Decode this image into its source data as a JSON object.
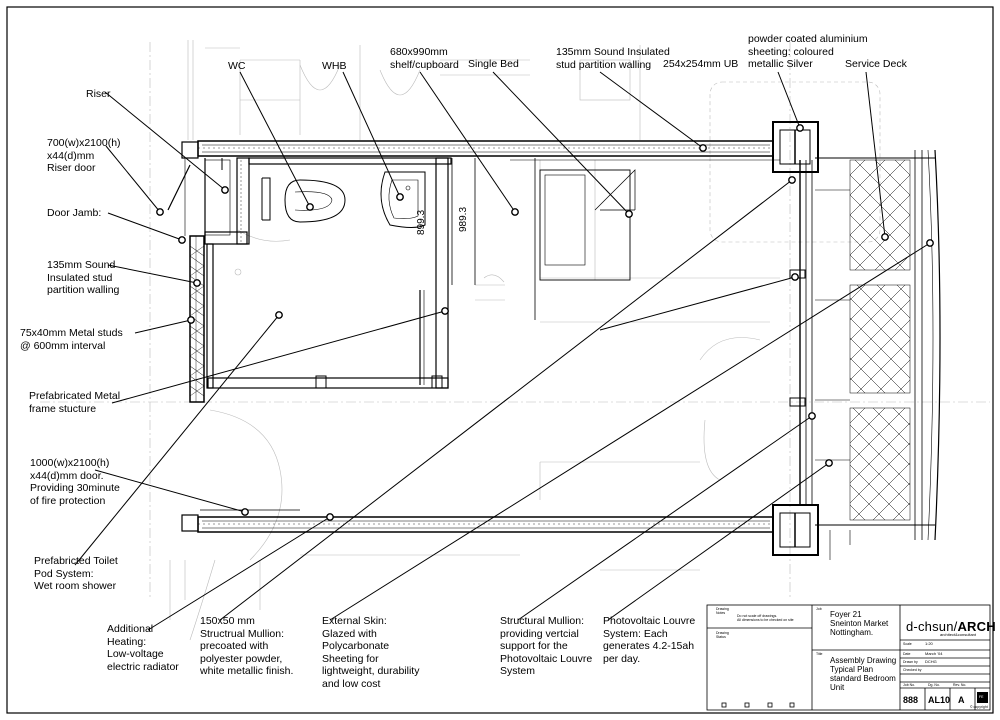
{
  "labels": {
    "riser": "Riser",
    "wc": "WC",
    "whb": "WHB",
    "shelf": "680x990mm\nshelf/cupboard",
    "single_bed": "Single Bed",
    "partition_top": "135mm Sound Insulated\nstud partition walling",
    "ub": "254x254mm UB",
    "sheeting": "powder coated aluminium\nsheeting: coloured\nmetallic Silver",
    "service_deck": "Service Deck",
    "riser_door": "700(w)x2100(h)\nx44(d)mm\nRiser door",
    "door_jamb": "Door Jamb:",
    "partition_left": "135mm Sound\nInsulated stud\npartition walling",
    "metal_studs": "75x40mm Metal studs\n@ 600mm interval",
    "metal_frame": "Prefabricated Metal\nframe stucture",
    "door_1000": "1000(w)x2100(h)\nx44(d)mm door.\nProviding 30minute\nof  fire protection",
    "toilet_pod": "Prefabricted Toilet\nPod System:\nWet room shower",
    "heating": "Additional\nHeating:\nLow-voltage\nelectric radiator",
    "mullion_150": "150x50 mm\nStructrual Mullion:\nprecoated with\npolyester powder,\nwhite metallic finish.",
    "external_skin": "External Skin:\nGlazed with\nPolycarbonate\nSheeting for\nlightweight, durability\nand low cost",
    "structural_mullion": "Structural Mullion:\nproviding vertcial\nsupport for the\nPhotovoltaic Louvre\nSystem",
    "pv_louvre": "Photovoltaic Louvre\nSystem: Each\ngenerates 4.2-15ah\nper day."
  },
  "dimensions": {
    "d1": "899.3",
    "d2": "989.3"
  },
  "title_block": {
    "drawing_notes_label": "Drawing\nNotes",
    "drawing_notes_text": "Do not scale off drawings.\nAll dimensions to be checked on site",
    "drawing_status_label": "Drawing\nStatus",
    "job_label": "Job",
    "job_name": "Foyer 21\nSneinton Market\nNottingham.",
    "title_label": "Title",
    "title_text": "Assembly Drawing\nTypical Plan\nstandard Bedroom\nUnit",
    "logo_left": "d-chsun/",
    "logo_right": "ARCH",
    "logo_sub": "architect&consultant",
    "scale_label": "Scale",
    "scale_value": "1:20",
    "date_label": "Date",
    "date_value": "March '04",
    "drawn_label": "Drawn by",
    "drawn_value": "DCHG",
    "checked_label": "Checked by",
    "job_no_label": "Job No.",
    "job_no_value": "888",
    "dg_no_label": "Dg. No.",
    "dg_no_value": "AL10",
    "rev_no_label": "Rev. No.",
    "rev_no_value": "A",
    "copyright": "© copyright",
    "fe": "FE"
  }
}
